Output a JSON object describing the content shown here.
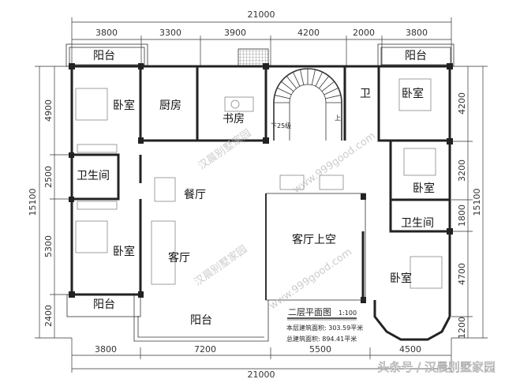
{
  "dimensions": {
    "top_total": "21000",
    "top": [
      "3800",
      "3300",
      "3900",
      "4200",
      "2000",
      "3800"
    ],
    "bottom_total": "21000",
    "bottom": [
      "3800",
      "7200",
      "5500",
      "4500"
    ],
    "left_total": "15100",
    "left": [
      "4900",
      "2500",
      "5300",
      "2400"
    ],
    "right_total": "15100",
    "right": [
      "4200",
      "3200",
      "1800",
      "4700",
      "1200"
    ]
  },
  "rooms": {
    "balcony_top_left": "阳台",
    "balcony_top_right": "阳台",
    "bedroom_top_left": "卧室",
    "kitchen": "厨房",
    "study": "书房",
    "bath_small": "卫",
    "bedroom_top_right": "卧室",
    "bath_left": "卫生间",
    "dining": "餐厅",
    "bedroom_mid_right": "卧室",
    "bath_right": "卫生间",
    "living": "客厅",
    "living_void": "客厅上空",
    "bedroom_bottom_left": "卧室",
    "bedroom_bottom_right": "卧室",
    "balcony_bottom_left": "阳台",
    "balcony_bottom": "阳台"
  },
  "stairs": {
    "down_label": "下25级",
    "up_label": "上"
  },
  "title_block": {
    "title": "二层平面图",
    "scale": "1:100",
    "floor_area": "本层建筑面积: 303.59平米",
    "total_area": "总建筑面积: 894.41平米"
  },
  "watermarks": {
    "diagonal_name": "汉晨别墅家园",
    "diagonal_url": "www.999good.com",
    "corner": "头条号 / 汉晨别墅家园"
  }
}
